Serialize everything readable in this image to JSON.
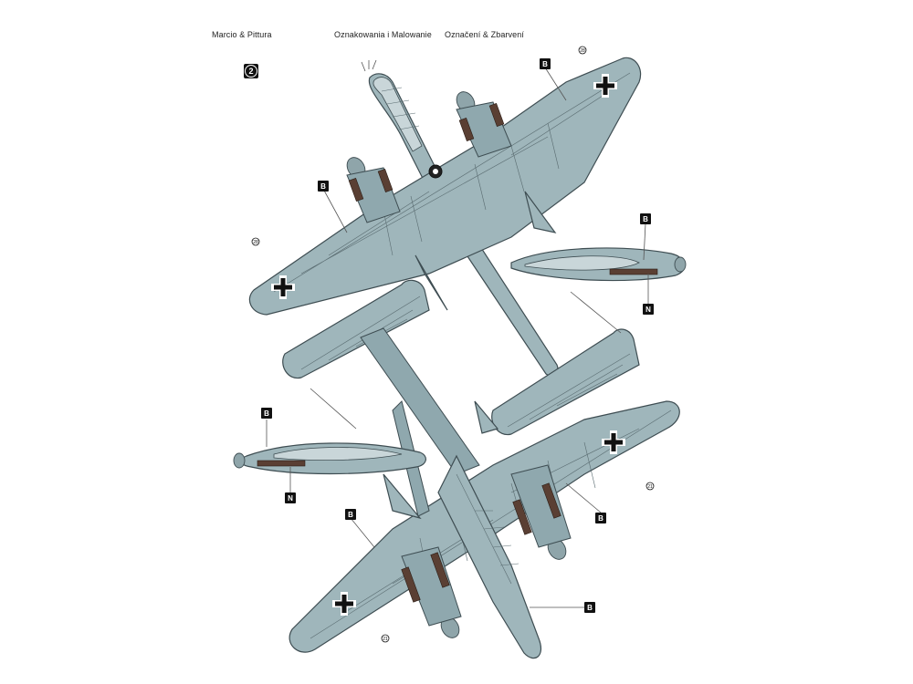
{
  "header": {
    "left": "Marcio & Pittura",
    "middle": "Oznakowania i Malowanie",
    "right": "Označení & Zbarvení"
  },
  "page_badge": "2",
  "callouts": {
    "b_upper_wing_right": "B",
    "b_upper_wing_left": "B",
    "b_upper_nacelle": "B",
    "n_upper_nacelle": "N",
    "b_lower_nacelle": "B",
    "n_lower_nacelle": "N",
    "b_lower_wing_right": "B",
    "b_lower_wing_left": "B",
    "b_lower_fuselage": "B"
  },
  "colors": {
    "camouflage": "#9fb6bb",
    "outline": "#3e4d52",
    "exhaust": "#5a3f33",
    "marking": "#111111"
  },
  "icons": {
    "balkenkreuz": "balkenkreuz-icon",
    "page_badge": "numbered-circle-icon"
  }
}
